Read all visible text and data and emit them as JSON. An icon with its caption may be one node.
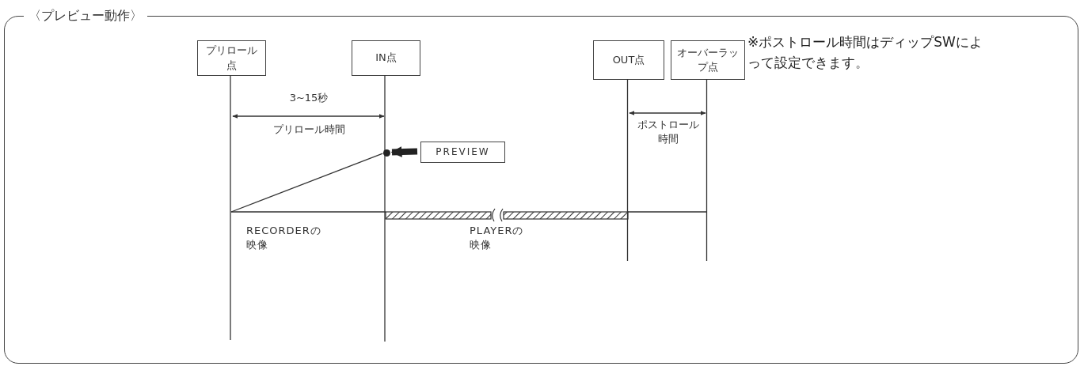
{
  "diagram": {
    "nodes": [
      {
        "text": [
          "〈プレビュー動作〉"
        ]
      },
      {
        "text": [
          "プリロール点"
        ],
        "in": 0
      },
      {
        "text": [
          "IN点"
        ],
        "in": 0
      },
      {
        "text": [
          "OUT点"
        ],
        "in": 0
      },
      {
        "text": [
          "オーバーラップ点"
        ],
        "in": 0
      },
      {
        "text": [
          "PREVIEW"
        ],
        "in": 0
      },
      {
        "text": [],
        "shape": "circle",
        "in": 0
      }
    ],
    "edges": [
      {
        "from": 5,
        "to": 6,
        "arrow": "to",
        "style": "thick"
      },
      {
        "from": 6,
        "to": null,
        "arrow": "none"
      },
      {
        "from": 1,
        "to": null,
        "arrow": "none"
      },
      {
        "from": 2,
        "to": null,
        "arrow": "none"
      },
      {
        "from": 3,
        "to": null,
        "arrow": "none"
      },
      {
        "from": 4,
        "to": null,
        "arrow": "none"
      }
    ],
    "labels": [
      "3~15秒",
      "プリロール時間",
      "ポストロール時間",
      "RECORDERの映像",
      "PLAYERの映像",
      "※ポストロール時間はディップSWによって設定できます。"
    ]
  }
}
